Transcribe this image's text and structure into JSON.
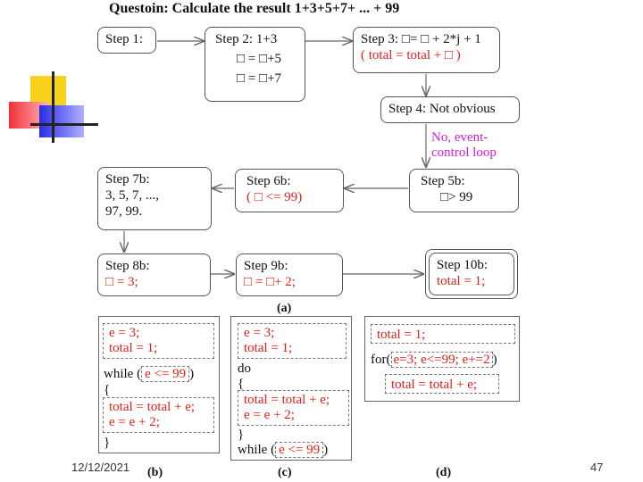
{
  "title": "Questoin: Calculate the result 1+3+5+7+ ... + 99",
  "flowchart": {
    "step1": "Step 1:",
    "step2": {
      "label": "Step 2: 1+3",
      "line2": "= ",
      "line2b": "+5",
      "line3": "= ",
      "line3b": "+7"
    },
    "step3": {
      "label": "Step 3: ",
      "mid": "= ",
      "tail": "+ 2*j + 1",
      "red": "( total = total + ",
      "red_close": ")"
    },
    "step4": "Step 4: Not obvious",
    "note": {
      "line1": "No, event-",
      "line2": "control loop"
    },
    "step5b": {
      "label": "Step 5b:",
      "cond": "> 99"
    },
    "step6b": {
      "label": "Step 6b:",
      "cond_open": "( ",
      "cond": "<= 99)"
    },
    "step7b": {
      "label": "Step 7b:",
      "line2": "3, 5, 7, ...,",
      "line3": "97, 99."
    },
    "step8b": {
      "label": "Step 8b:",
      "red": " = 3;"
    },
    "step9b": {
      "label": "Step 9b:",
      "red_a": " = ",
      "red_b": "+ 2;"
    },
    "step10b": {
      "label": "Step 10b:",
      "red": "total = 1;"
    },
    "caption": "(a)"
  },
  "code_b": {
    "init1": "e = 3;",
    "init2": "total = 1;",
    "while": "while (",
    "cond": "e <= 99",
    "close": ")",
    "open_brace": "{",
    "body1": "total = total + e;",
    "body2": "e = e + 2;",
    "close_brace": "}",
    "caption": "(b)"
  },
  "code_c": {
    "init1": "e = 3;",
    "init2": "total = 1;",
    "do": "do",
    "open_brace": "{",
    "body1": "total = total + e;",
    "body2": "e = e + 2;",
    "close_brace": "}",
    "while": "while (",
    "cond": "e <= 99",
    "close": ")",
    "caption": "(c)"
  },
  "code_d": {
    "init": "total = 1;",
    "for": "for(",
    "for_parts": "e=3; e<=99; e+=2",
    "close": ")",
    "body": "total = total + e;",
    "caption": "(d)"
  },
  "footer": {
    "date": "12/12/2021",
    "page": "47"
  },
  "colors": {
    "code_red": "#e0201a",
    "note_magenta": "#d81bd8"
  }
}
